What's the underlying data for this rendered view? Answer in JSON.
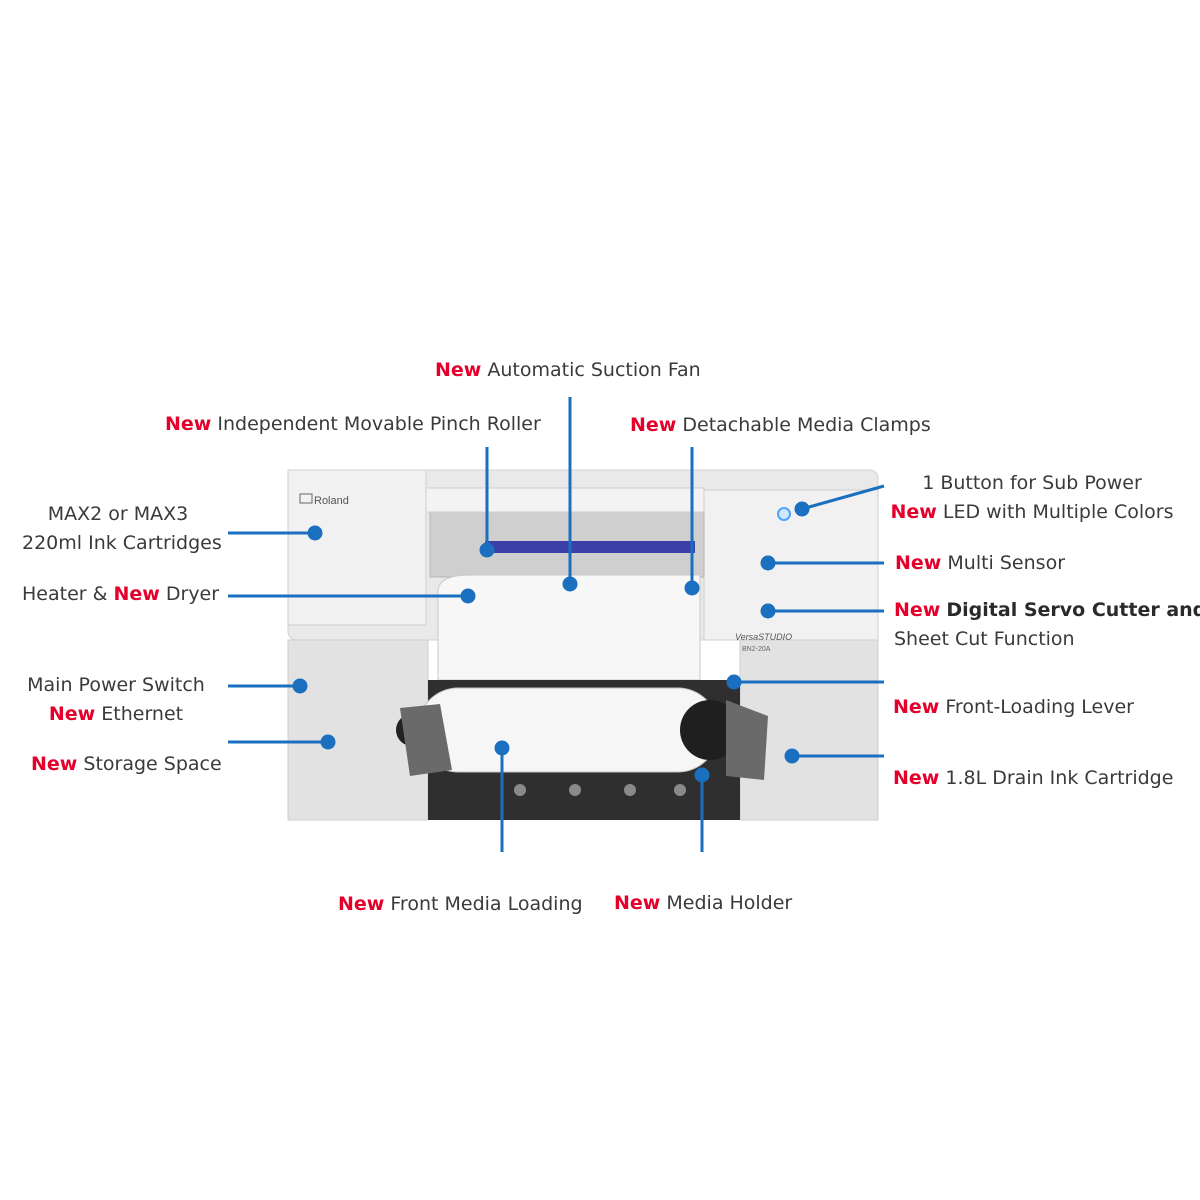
{
  "new_word": "New",
  "brand": {
    "logo_text": "Roland",
    "model_name": "VersaSTUDIO",
    "model_number": "BN2-20A"
  },
  "colors": {
    "new": "#e4002b",
    "pointer": "#1a6fbf",
    "text": "#3a3a3a"
  },
  "callouts": {
    "suction_fan": "Automatic Suction Fan",
    "pinch_roller": "Independent Movable Pinch Roller",
    "media_clamps": "Detachable Media Clamps",
    "ink_cartridges_line1": "MAX2 or MAX3",
    "ink_cartridges_line2": "220ml Ink Cartridges",
    "heater_prefix": "Heater &",
    "heater_suffix": "Dryer",
    "main_power": "Main Power Switch",
    "ethernet": "Ethernet",
    "storage": "Storage Space",
    "sub_power": "1 Button for Sub Power",
    "led": "LED with Multiple Colors",
    "multi_sensor": "Multi Sensor",
    "cutter_line1": "Digital Servo Cutter and",
    "cutter_line2": "Sheet Cut Function",
    "front_lever": "Front-Loading Lever",
    "drain": "1.8L Drain Ink Cartridge",
    "front_loading": "Front Media Loading",
    "media_holder": "Media Holder"
  }
}
